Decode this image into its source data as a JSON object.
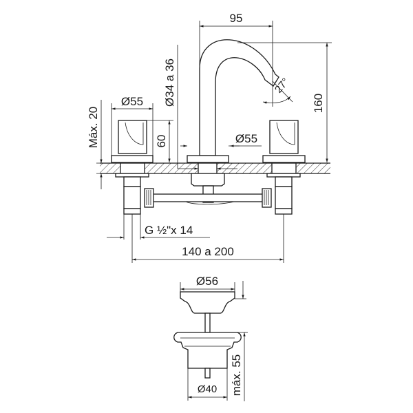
{
  "dimensions": {
    "spout_reach": "95",
    "height_total": "160",
    "spout_angle": "27°",
    "handle_diameter": "Ø55",
    "handle_height": "60",
    "hole_diameter": "Ø34 a 36",
    "base_diameter": "Ø55",
    "max_deck": "Máx. 20",
    "thread": "G ½\"x 14",
    "spacing": "140 a 200",
    "drain_top_diameter": "Ø56",
    "drain_body_diameter": "Ø40",
    "drain_height": "máx. 55"
  }
}
